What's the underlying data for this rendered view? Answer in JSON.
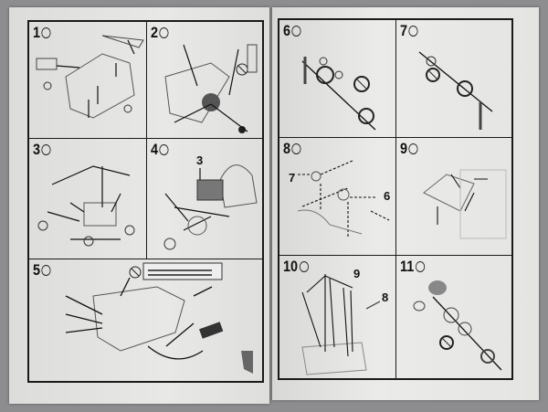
{
  "left_page": {
    "steps": [
      {
        "number": "1"
      },
      {
        "number": "2"
      },
      {
        "number": "3"
      },
      {
        "number": "4",
        "callouts": [
          "3"
        ]
      },
      {
        "number": "5"
      }
    ]
  },
  "right_page": {
    "steps": [
      {
        "number": "6"
      },
      {
        "number": "7"
      },
      {
        "number": "8",
        "callouts": [
          "7",
          "6"
        ]
      },
      {
        "number": "9"
      },
      {
        "number": "10",
        "callouts": [
          "9",
          "8"
        ]
      },
      {
        "number": "11"
      }
    ]
  },
  "colors": {
    "ink": "#1a1a1a",
    "paper": "#e6e6e4",
    "background": "#8d8d8f"
  }
}
